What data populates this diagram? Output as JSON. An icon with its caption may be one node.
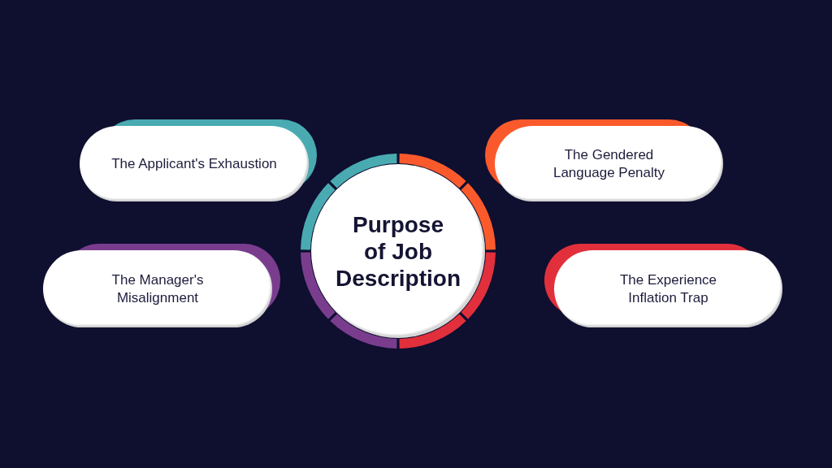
{
  "diagram": {
    "nodes": [
      {
        "text": [
          "Purpose of Job Description"
        ]
      },
      {
        "text": [
          "The Applicant's Exhaustion"
        ]
      },
      {
        "text": [
          "The Gendered Language Penalty"
        ]
      },
      {
        "text": [
          "The Manager's Misalignment"
        ]
      },
      {
        "text": [
          "The Experience Inflation Trap"
        ]
      }
    ]
  }
}
